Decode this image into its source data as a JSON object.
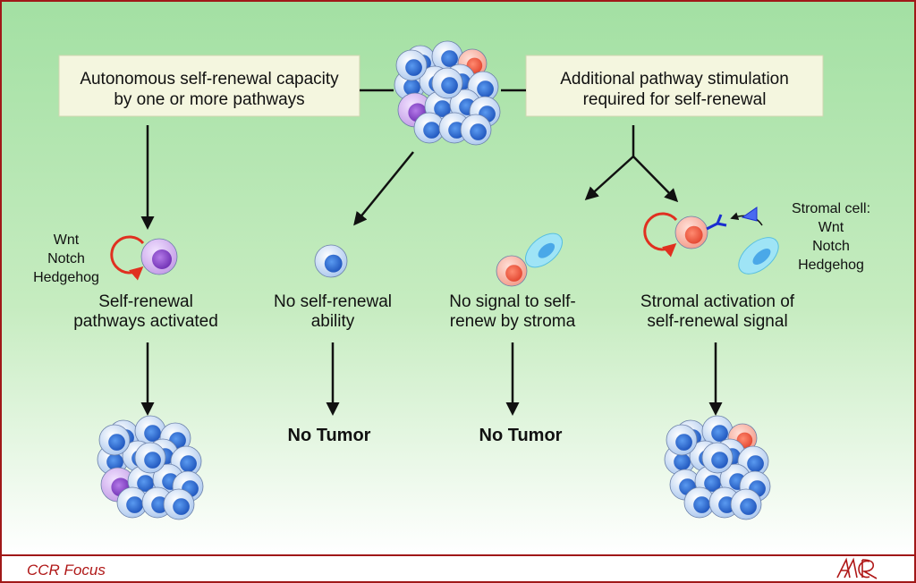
{
  "left_box": {
    "line1": "Autonomous self-renewal capacity",
    "line2": "by one or more pathways"
  },
  "right_box": {
    "line1": "Additional pathway stimulation",
    "line2": "required for self-renewal"
  },
  "pathways_left": [
    "Wnt",
    "Notch",
    "Hedgehog"
  ],
  "stromal_label": [
    "Stromal cell:",
    "Wnt",
    "Notch",
    "Hedgehog"
  ],
  "col1": {
    "line1": "Self-renewal",
    "line2": "pathways activated"
  },
  "col2": {
    "line1": "No self-renewal",
    "line2": "ability",
    "outcome": "No Tumor"
  },
  "col3": {
    "line1": "No signal to self-",
    "line2": "renew by stroma",
    "outcome": "No Tumor"
  },
  "col4": {
    "line1": "Stromal activation of",
    "line2": "self-renewal signal"
  },
  "footer": {
    "journal": "CCR Focus",
    "logo": "AACR"
  },
  "colors": {
    "border": "#a01818",
    "bg_top": "#a6e2a6",
    "cell_blue": "#2f6fd6",
    "cell_red": "#f06a50",
    "cell_purple": "#9a5ad0",
    "stroma": "#7fd8f0"
  }
}
